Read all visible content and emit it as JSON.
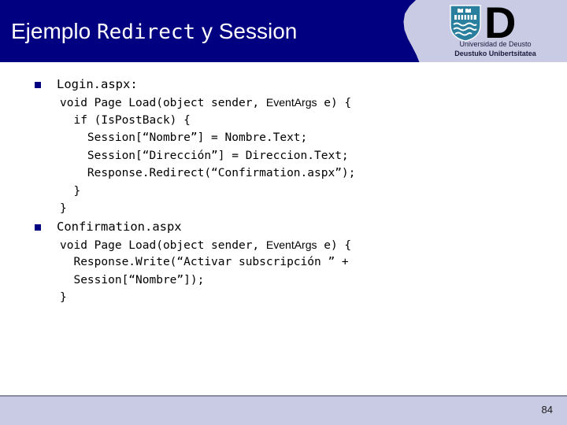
{
  "slide": {
    "title_parts": [
      {
        "text": "Ejemplo ",
        "style": "sans"
      },
      {
        "text": "Redirect",
        "style": "mono"
      },
      {
        "text": " y Session",
        "style": "sans"
      }
    ],
    "title_plain": "Ejemplo Redirect y Session",
    "page_number": "84"
  },
  "logo": {
    "letter": "D",
    "shield_name": "deusto-shield",
    "line1": "Universidad de Deusto",
    "line2": "Deustuko Unibertsitatea",
    "shield_color": "#2b7f9e",
    "text_color": "#1a1a3c"
  },
  "colors": {
    "header_navy": "#000080",
    "header_lavender": "#c9cbe4",
    "bullet": "#000080",
    "body_background": "#ffffff",
    "footer_background": "#c9cbe4",
    "footer_border": "#8a8aa0",
    "title_text": "#ffffff",
    "body_text": "#000000"
  },
  "content": {
    "blocks": [
      {
        "bullet": "Login.aspx:",
        "code": [
          {
            "pre": "void Page Load(object sender, ",
            "mid": "EventArgs",
            "post": " e) {"
          },
          {
            "pre": "  if (IsPostBack) {",
            "mid": "",
            "post": ""
          },
          {
            "pre": "    Session[“Nombre”] = Nombre.Text;",
            "mid": "",
            "post": ""
          },
          {
            "pre": "    Session[“Dirección”] = Direccion.Text;",
            "mid": "",
            "post": ""
          },
          {
            "pre": "    Response.Redirect(“Confirmation.aspx”);",
            "mid": "",
            "post": ""
          },
          {
            "pre": "  }",
            "mid": "",
            "post": ""
          },
          {
            "pre": "}",
            "mid": "",
            "post": ""
          }
        ]
      },
      {
        "bullet": "Confirmation.aspx",
        "code": [
          {
            "pre": "void Page Load(object sender, ",
            "mid": "EventArgs",
            "post": " e) {"
          },
          {
            "pre": "  Response.Write(“Activar subscripción ” +",
            "mid": "",
            "post": ""
          },
          {
            "pre": "  Session[“Nombre”]);",
            "mid": "",
            "post": ""
          },
          {
            "pre": "}",
            "mid": "",
            "post": ""
          }
        ]
      }
    ]
  }
}
